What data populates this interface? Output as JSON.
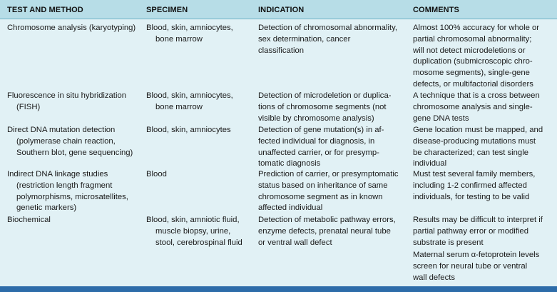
{
  "headers": [
    "TEST AND METHOD",
    "SPECIMEN",
    "INDICATION",
    "COMMENTS"
  ],
  "rows": [
    {
      "test": [
        "Chromosome analysis (karyotyping)"
      ],
      "specimen": [
        "Blood, skin, amniocytes,",
        "bone marrow"
      ],
      "indication": [
        "Detection of chromosomal abnormality,",
        "sex determination, cancer",
        "classification"
      ],
      "comments": [
        "Almost 100% accuracy for whole or",
        "partial chromosomal abnormality;",
        "will not detect microdeletions or",
        "duplication (submicroscopic chro-",
        "mosome segments), single-gene",
        "defects, or multifactorial disorders"
      ]
    },
    {
      "test": [
        "Fluorescence in situ hybridization",
        "(FISH)"
      ],
      "specimen": [
        "Blood, skin, amniocytes,",
        "bone marrow"
      ],
      "indication": [
        "Detection of microdeletion or duplica-",
        "tions of chromosome segments (not",
        "visible by chromosome analysis)"
      ],
      "comments": [
        "A technique that is a cross between",
        "chromosome analysis and single-",
        "gene DNA tests"
      ]
    },
    {
      "test": [
        "Direct DNA mutation detection",
        "(polymerase chain reaction,",
        "Southern blot, gene sequencing)"
      ],
      "specimen": [
        "Blood, skin, amniocytes"
      ],
      "indication": [
        "Detection of gene mutation(s) in af-",
        "fected individual for diagnosis, in",
        "unaffected carrier, or for presymp-",
        "tomatic diagnosis"
      ],
      "comments": [
        "Gene location must be mapped, and",
        "disease-producing mutations must",
        "be characterized; can test single",
        "individual"
      ]
    },
    {
      "test": [
        "Indirect DNA linkage studies",
        "(restriction length fragment",
        "polymorphisms, microsatellites,",
        "genetic markers)"
      ],
      "specimen": [
        "Blood"
      ],
      "indication": [
        "Prediction of carrier, or presymptomatic",
        "status based on inheritance of same",
        "chromosome segment as in known",
        "affected individual"
      ],
      "comments": [
        "Must test several family members,",
        "including 1-2 confirmed affected",
        "individuals, for testing to be valid"
      ]
    },
    {
      "test": [
        "Biochemical"
      ],
      "specimen": [
        "Blood, skin, amniotic fluid,",
        "muscle biopsy, urine,",
        "stool, cerebrospinal fluid"
      ],
      "indication": [
        "Detection of metabolic pathway errors,",
        "enzyme defects, prenatal neural tube",
        "or ventral wall defect"
      ],
      "comments": [
        "Results may be difficult to interpret if",
        "partial pathway error or modified",
        "substrate is present",
        "Maternal serum α-fetoprotein levels",
        "screen for neural tube or ventral",
        "wall defects"
      ]
    }
  ],
  "colors": {
    "header_bg": "#b7dde7",
    "body_bg": "#e1f1f5",
    "bottom_bar": "#2d6ca9"
  }
}
